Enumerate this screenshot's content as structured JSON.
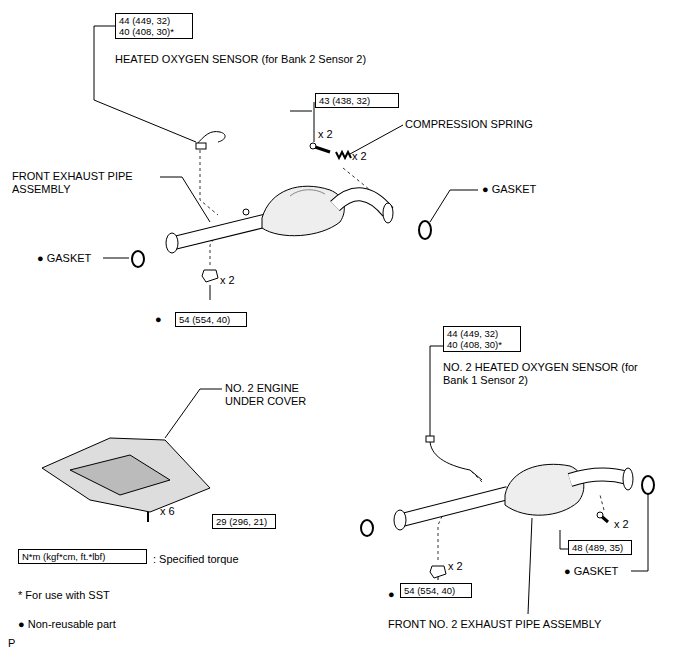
{
  "diagram": {
    "nodes": [
      {
        "text": [
          "44 (449, 32)",
          "40 (408, 30)*"
        ]
      },
      {
        "text": [
          "43 (438, 32)"
        ]
      },
      {
        "text": [
          "54 (554, 40)"
        ]
      },
      {
        "text": [
          "44 (449, 32)",
          "40 (408, 30)*"
        ]
      },
      {
        "text": [
          "29 (296, 21)"
        ]
      },
      {
        "text": [
          "48 (489, 35)"
        ]
      },
      {
        "text": [
          "54 (554, 40)"
        ]
      },
      {
        "text": [
          "N*m (kgf*cm, ft.*lbf)"
        ]
      }
    ],
    "labels": [
      "HEATED OXYGEN SENSOR (for Bank 2 Sensor 2)",
      "x 2",
      "COMPRESSION SPRING",
      "x 2",
      "FRONT EXHAUST PIPE ASSEMBLY",
      "● GASKET",
      "● GASKET",
      "x 2",
      "●",
      "NO. 2 ENGINE UNDER COVER",
      "x 6",
      "NO. 2 HEATED OXYGEN SENSOR (for Bank 1 Sensor 2)",
      "x 2",
      "x 2",
      "●",
      "● GASKET",
      ": Specified torque",
      "* For use with SST",
      "● Non-reusable part",
      "FRONT NO. 2 EXHAUST PIPE ASSEMBLY",
      "P"
    ]
  }
}
